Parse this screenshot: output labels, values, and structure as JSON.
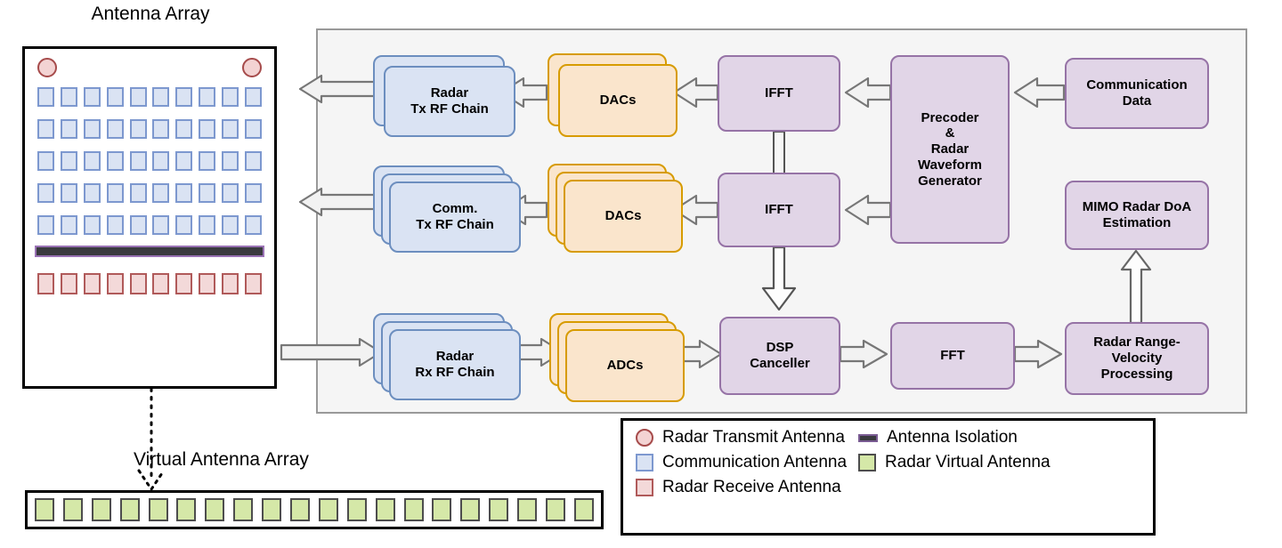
{
  "antenna_panel": {
    "title": "Antenna Array",
    "tx_circles": 2,
    "comm_rows": 5,
    "comm_cols": 10,
    "rx_count": 10,
    "isolation_label": "Antenna Isolation"
  },
  "virtual_panel": {
    "title": "Virtual Antenna Array",
    "cell_count": 20
  },
  "blocks": {
    "radar_tx_rf_chain": "Radar\nTx RF Chain",
    "comm_tx_rf_chain": "Comm.\nTx RF Chain",
    "radar_rx_rf_chain": "Radar\nRx RF Chain",
    "dacs_top": "DACs",
    "dacs_mid": "DACs",
    "adcs": "ADCs",
    "ifft_top": "IFFT",
    "ifft_mid": "IFFT",
    "precoder": "Precoder\n&\nRadar\nWaveform\nGenerator",
    "communication_data": "Communication\nData",
    "mimo_doa": "MIMO Radar DoA\nEstimation",
    "dsp_canceller": "DSP\nCanceller",
    "fft": "FFT",
    "range_velocity": "Radar Range-\nVelocity\nProcessing"
  },
  "legend": {
    "items": [
      {
        "key": "radar-transmit-antenna",
        "label": "Radar Transmit Antenna",
        "swatch": "circle-red"
      },
      {
        "key": "antenna-isolation",
        "label": "Antenna Isolation",
        "swatch": "bar-dark"
      },
      {
        "key": "communication-antenna",
        "label": "Communication Antenna",
        "swatch": "square-blue"
      },
      {
        "key": "radar-virtual-antenna",
        "label": "Radar Virtual Antenna",
        "swatch": "square-green"
      },
      {
        "key": "radar-receive-antenna",
        "label": "Radar Receive Antenna",
        "swatch": "square-pink"
      }
    ]
  },
  "colors": {
    "blue_fill": "#dae3f3",
    "blue_stroke": "#6c8ebf",
    "orange_fill": "#fae5cc",
    "orange_stroke": "#d79b00",
    "purple_fill": "#e1d5e7",
    "purple_stroke": "#9673a6",
    "green_fill": "#d5e8a8",
    "green_stroke": "#4d4d4d",
    "pink_fill": "#f3d9d9",
    "pink_stroke": "#b05a5a",
    "isolation_fill": "#3a3a3f",
    "isolation_stroke": "#9a73b5",
    "panel_fill": "#f5f5f5",
    "panel_stroke": "#999999",
    "arrow_stroke": "#666666"
  }
}
